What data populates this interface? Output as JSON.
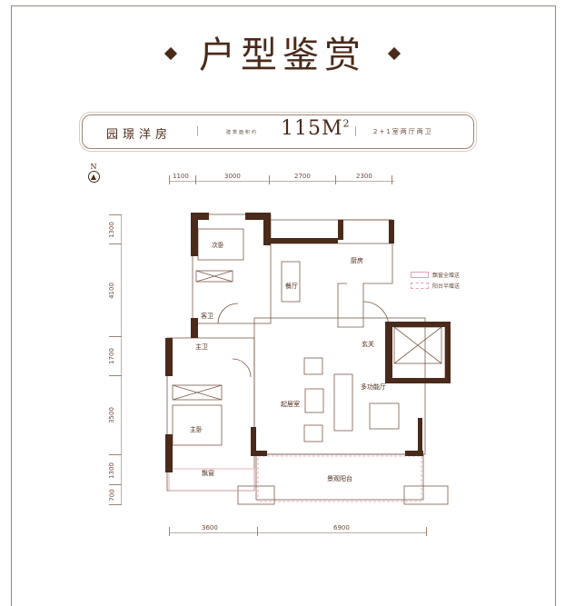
{
  "title": "户型鉴赏",
  "banner": {
    "name": "园璟洋房",
    "area_label": "建筑面积约",
    "area_value": "115M",
    "area_unit_sup": "2",
    "layout": "2+1室两厅两卫"
  },
  "compass": {
    "label": "N"
  },
  "dimensions": {
    "top": [
      "1100",
      "3000",
      "2700",
      "2300"
    ],
    "left": [
      "1300",
      "4100",
      "1700",
      "3500",
      "1300",
      "700"
    ],
    "bottom": [
      "3600",
      "6900"
    ]
  },
  "rooms": {
    "second_bedroom": "次卧",
    "guest_bath": "客卫",
    "dining": "餐厅",
    "kitchen": "厨房",
    "master_bath": "主卫",
    "entrance": "玄关",
    "multi_hall": "多功能厅",
    "living": "起居室",
    "master_bedroom": "主卧",
    "bay_window": "飘窗",
    "balcony": "景观阳台"
  },
  "legend": [
    {
      "label": "飘窗全赠送",
      "style": "solid"
    },
    {
      "label": "阳台半赠送",
      "style": "dashed"
    }
  ],
  "colors": {
    "wall": "#4a2a1a",
    "frame": "#9a8474",
    "legend_pink": "#e0a0b0"
  }
}
